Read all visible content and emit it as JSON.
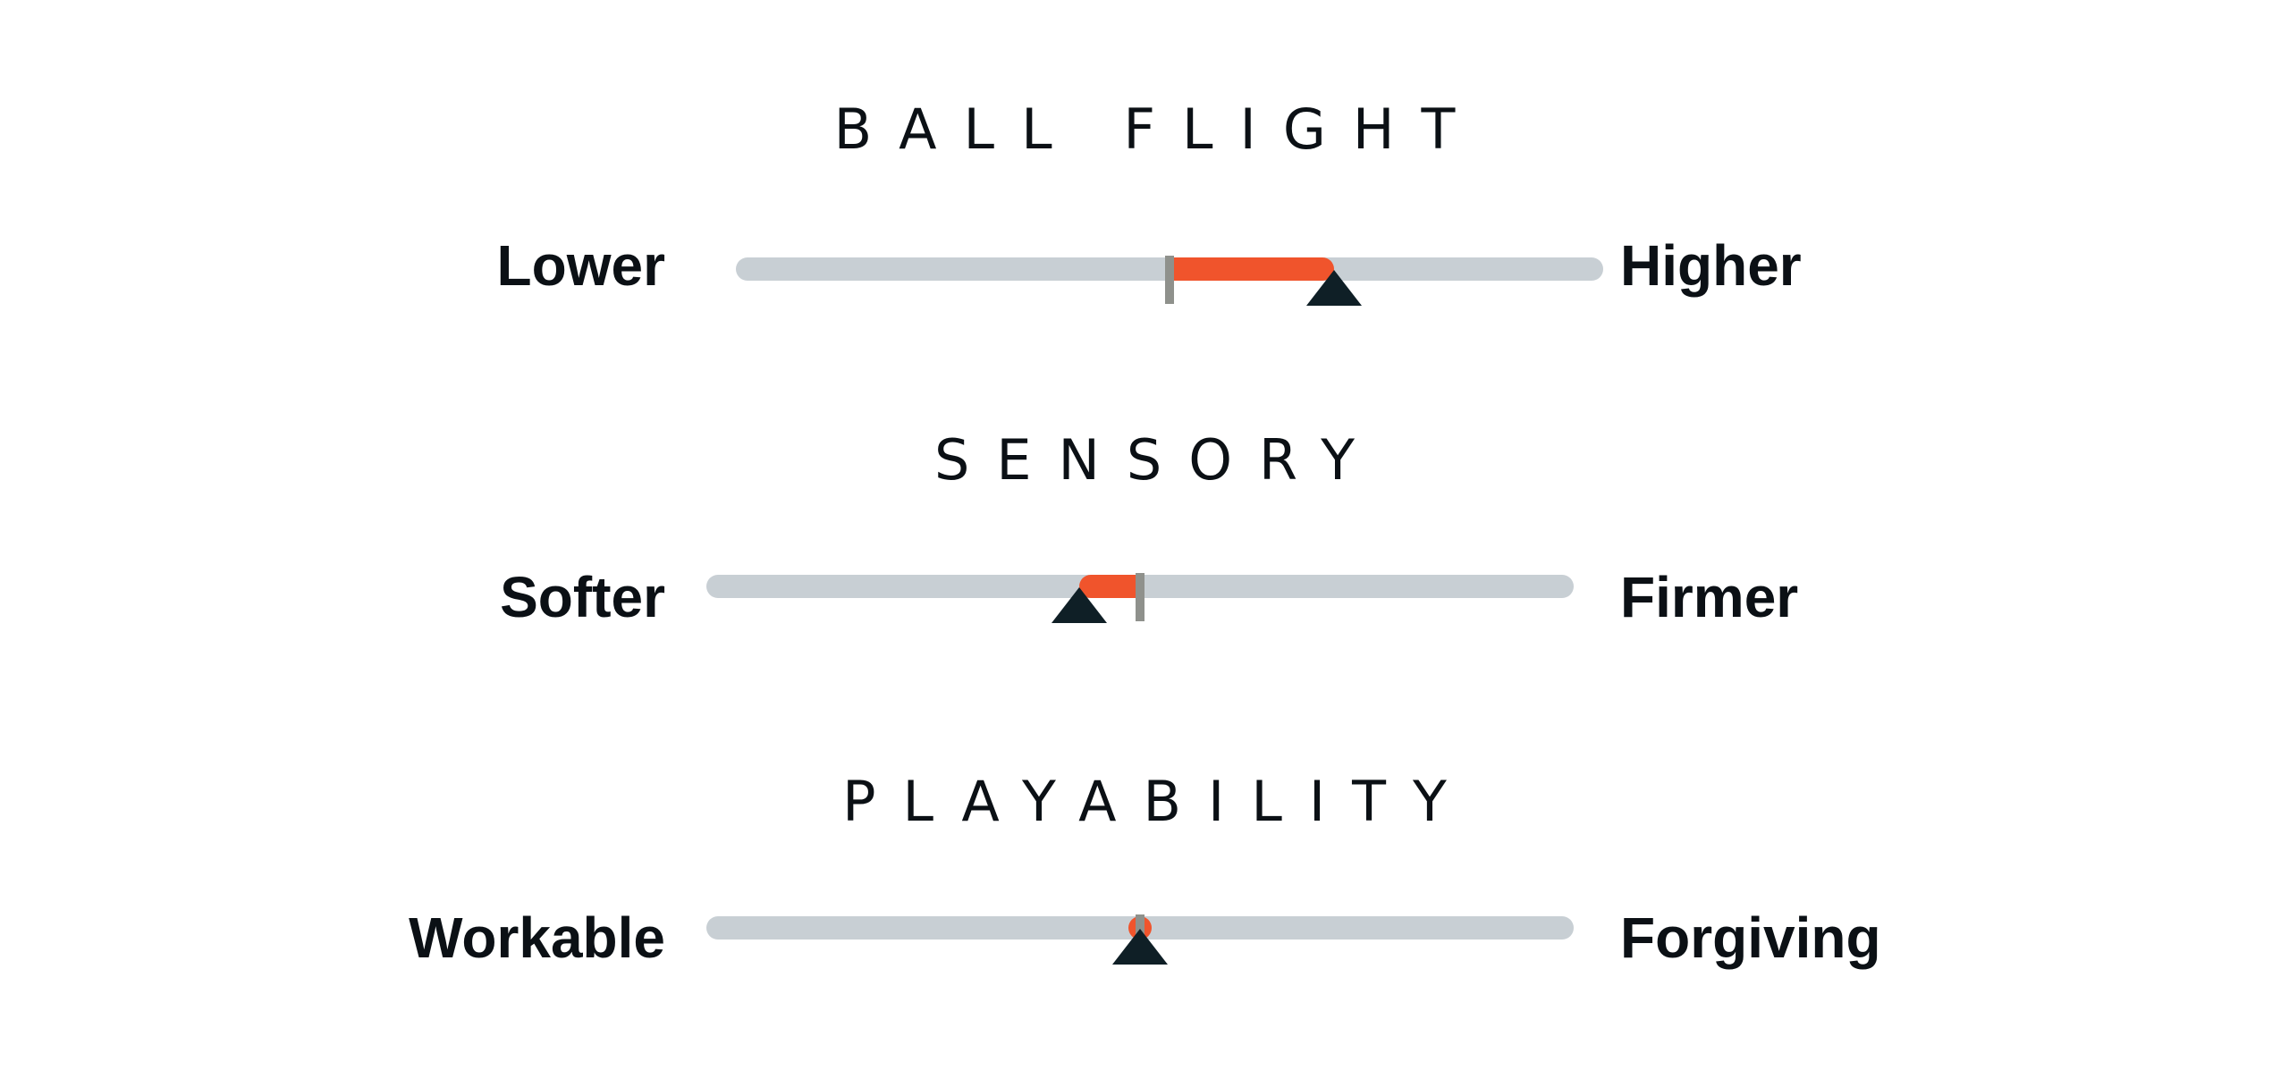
{
  "colors": {
    "track": "#c8cfd4",
    "fill": "#f0542c",
    "reference_tick": "#8f918c",
    "pointer": "#0f1f26",
    "text": "#0b1015"
  },
  "scales": [
    {
      "title": "BALL FLIGHT",
      "left_label": "Lower",
      "right_label": "Higher",
      "reference_value": 0.5,
      "marker_value": 0.69
    },
    {
      "title": "SENSORY",
      "left_label": "Softer",
      "right_label": "Firmer",
      "reference_value": 0.5,
      "marker_value": 0.43
    },
    {
      "title": "PLAYABILITY",
      "left_label": "Workable",
      "right_label": "Forgiving",
      "reference_value": 0.5,
      "marker_value": 0.5
    }
  ]
}
